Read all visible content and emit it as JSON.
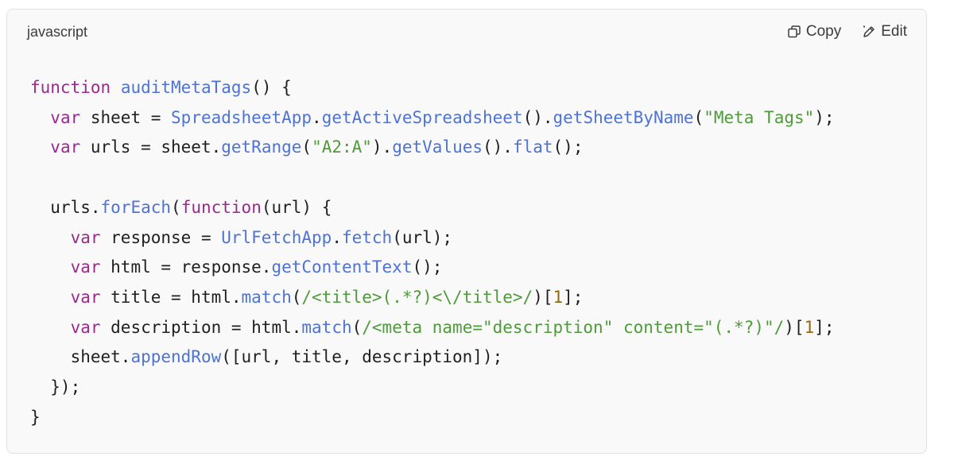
{
  "code_block": {
    "language": "javascript",
    "copy_label": "Copy",
    "edit_label": "Edit",
    "copy_icon": "copy-icon",
    "edit_icon": "pencil-icon",
    "colors": {
      "keyword": "#9b2a8e",
      "function": "#4f73d4",
      "string": "#4f9a3a",
      "number": "#8f6a10",
      "plain": "#1f1f1f",
      "background": "#f9f9f9"
    },
    "lines": [
      [
        [
          "kw",
          "function"
        ],
        [
          "p",
          " "
        ],
        [
          "fn",
          "auditMetaTags"
        ],
        [
          "p",
          "() {"
        ]
      ],
      [
        [
          "p",
          "  "
        ],
        [
          "kw",
          "var"
        ],
        [
          "p",
          " sheet = "
        ],
        [
          "fn",
          "SpreadsheetApp"
        ],
        [
          "p",
          "."
        ],
        [
          "fn",
          "getActiveSpreadsheet"
        ],
        [
          "p",
          "()."
        ],
        [
          "fn",
          "getSheetByName"
        ],
        [
          "p",
          "("
        ],
        [
          "str",
          "\"Meta Tags\""
        ],
        [
          "p",
          ");"
        ]
      ],
      [
        [
          "p",
          "  "
        ],
        [
          "kw",
          "var"
        ],
        [
          "p",
          " urls = sheet."
        ],
        [
          "fn",
          "getRange"
        ],
        [
          "p",
          "("
        ],
        [
          "str",
          "\"A2:A\""
        ],
        [
          "p",
          ")."
        ],
        [
          "fn",
          "getValues"
        ],
        [
          "p",
          "()."
        ],
        [
          "fn",
          "flat"
        ],
        [
          "p",
          "();"
        ]
      ],
      [
        [
          "p",
          ""
        ]
      ],
      [
        [
          "p",
          "  urls."
        ],
        [
          "fn",
          "forEach"
        ],
        [
          "p",
          "("
        ],
        [
          "kw",
          "function"
        ],
        [
          "p",
          "(url) {"
        ]
      ],
      [
        [
          "p",
          "    "
        ],
        [
          "kw",
          "var"
        ],
        [
          "p",
          " response = "
        ],
        [
          "fn",
          "UrlFetchApp"
        ],
        [
          "p",
          "."
        ],
        [
          "fn",
          "fetch"
        ],
        [
          "p",
          "(url);"
        ]
      ],
      [
        [
          "p",
          "    "
        ],
        [
          "kw",
          "var"
        ],
        [
          "p",
          " html = response."
        ],
        [
          "fn",
          "getContentText"
        ],
        [
          "p",
          "();"
        ]
      ],
      [
        [
          "p",
          "    "
        ],
        [
          "kw",
          "var"
        ],
        [
          "p",
          " title = html."
        ],
        [
          "fn",
          "match"
        ],
        [
          "p",
          "("
        ],
        [
          "str",
          "/<title>(.*?)<\\/title>/"
        ],
        [
          "p",
          ")["
        ],
        [
          "num",
          "1"
        ],
        [
          "p",
          "];"
        ]
      ],
      [
        [
          "p",
          "    "
        ],
        [
          "kw",
          "var"
        ],
        [
          "p",
          " description = html."
        ],
        [
          "fn",
          "match"
        ],
        [
          "p",
          "("
        ],
        [
          "str",
          "/<meta name=\"description\" content=\"(.*?)\"/"
        ],
        [
          "p",
          ")["
        ],
        [
          "num",
          "1"
        ],
        [
          "p",
          "];"
        ]
      ],
      [
        [
          "p",
          "    sheet."
        ],
        [
          "fn",
          "appendRow"
        ],
        [
          "p",
          "([url, title, description]);"
        ]
      ],
      [
        [
          "p",
          "  });"
        ]
      ],
      [
        [
          "p",
          "}"
        ]
      ]
    ]
  }
}
